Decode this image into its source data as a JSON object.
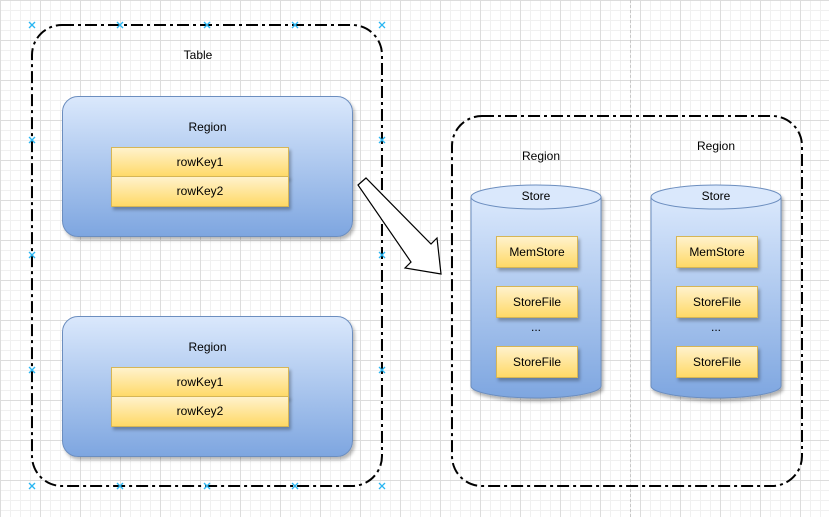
{
  "table": {
    "label": "Table",
    "regions": [
      {
        "label": "Region",
        "keys": [
          "rowKey1",
          "rowKey2"
        ]
      },
      {
        "label": "Region",
        "keys": [
          "rowKey1",
          "rowKey2"
        ]
      }
    ]
  },
  "detail": {
    "regions": [
      {
        "label": "Region",
        "store": {
          "label": "Store",
          "memstore": "MemStore",
          "storefile_1": "StoreFile",
          "ellipsis": "...",
          "storefile_2": "StoreFile"
        }
      },
      {
        "label": "Region",
        "store": {
          "label": "Store",
          "memstore": "MemStore",
          "storefile_1": "StoreFile",
          "ellipsis": "...",
          "storefile_2": "StoreFile"
        }
      }
    ]
  },
  "colors": {
    "region_fill_top": "#dae8fc",
    "region_fill_bottom": "#7ea6e0",
    "region_border": "#6c8ebf",
    "key_fill_top": "#fff2cc",
    "key_fill_bottom": "#ffd966",
    "key_border": "#d6b656",
    "selection_handle": "#29b6f2"
  },
  "icons": {
    "connector": "hollow-block-arrow",
    "selection": "selection-handle-x"
  }
}
